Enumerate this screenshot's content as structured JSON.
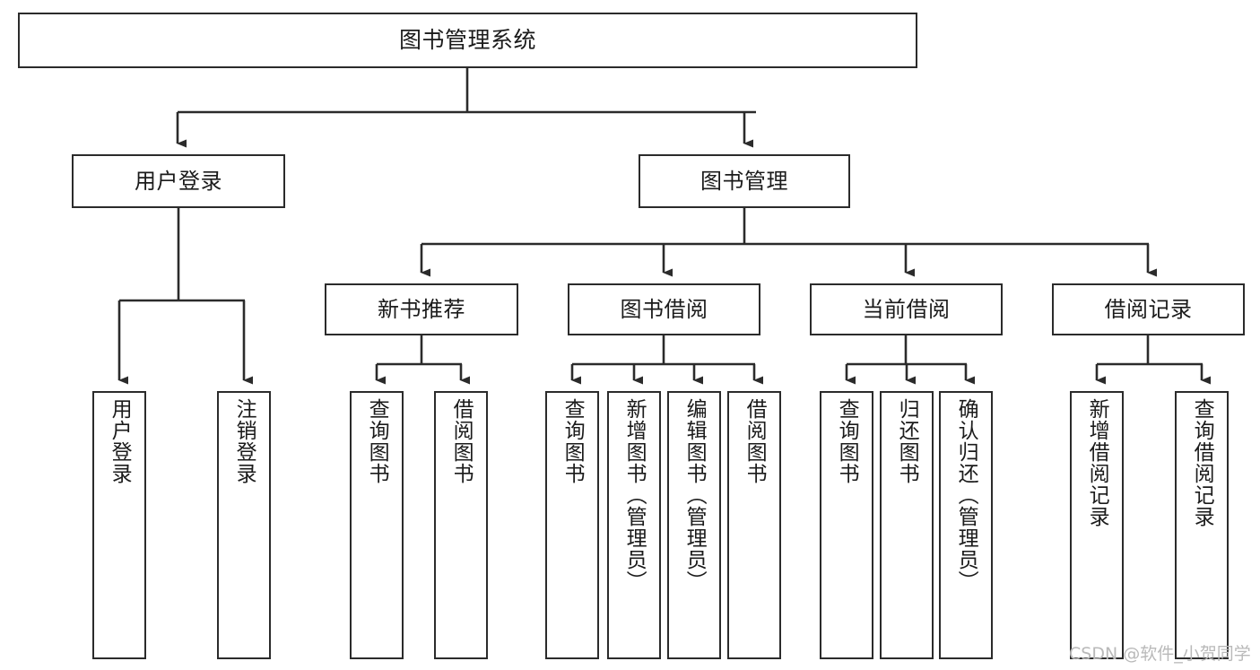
{
  "diagram": {
    "title": "图书管理系统",
    "type": "tree-hierarchy-chart",
    "colors": {
      "node_border": "#2b2b2b",
      "node_fill": "#ffffff",
      "edge": "#2b2b2b",
      "text": "#1b1b1b",
      "watermark": "#b9b9b9",
      "background": "#ffffff"
    },
    "nodes": {
      "root": {
        "label": "图书管理系统"
      },
      "level2": [
        {
          "id": "user-login",
          "label": "用户登录"
        },
        {
          "id": "book-management",
          "label": "图书管理"
        }
      ],
      "level3": [
        {
          "id": "new-book-recommend",
          "label": "新书推荐"
        },
        {
          "id": "book-borrow",
          "label": "图书借阅"
        },
        {
          "id": "current-borrow",
          "label": "当前借阅"
        },
        {
          "id": "borrow-record",
          "label": "借阅记录"
        }
      ],
      "leaves": {
        "user_login": [
          {
            "id": "leaf-user-login",
            "label": "用户登录"
          },
          {
            "id": "leaf-logout-login",
            "label": "注销登录"
          }
        ],
        "new_book_recommend": [
          {
            "id": "leaf-query-book-1",
            "label": "查询图书"
          },
          {
            "id": "leaf-borrow-book-1",
            "label": "借阅图书"
          }
        ],
        "book_borrow": [
          {
            "id": "leaf-query-book-2",
            "label": "查询图书"
          },
          {
            "id": "leaf-add-book-admin",
            "label": "新增图书（管理员）"
          },
          {
            "id": "leaf-edit-book-admin",
            "label": "编辑图书（管理员）"
          },
          {
            "id": "leaf-borrow-book-2",
            "label": "借阅图书"
          }
        ],
        "current_borrow": [
          {
            "id": "leaf-query-book-3",
            "label": "查询图书"
          },
          {
            "id": "leaf-return-book",
            "label": "归还图书"
          },
          {
            "id": "leaf-confirm-return-admin",
            "label": "确认归还（管理员）"
          }
        ],
        "borrow_record": [
          {
            "id": "leaf-add-borrow-record",
            "label": "新增借阅记录"
          },
          {
            "id": "leaf-query-borrow-record",
            "label": "查询借阅记录"
          }
        ]
      }
    },
    "watermark": "CSDN @软件_小贺同学"
  }
}
